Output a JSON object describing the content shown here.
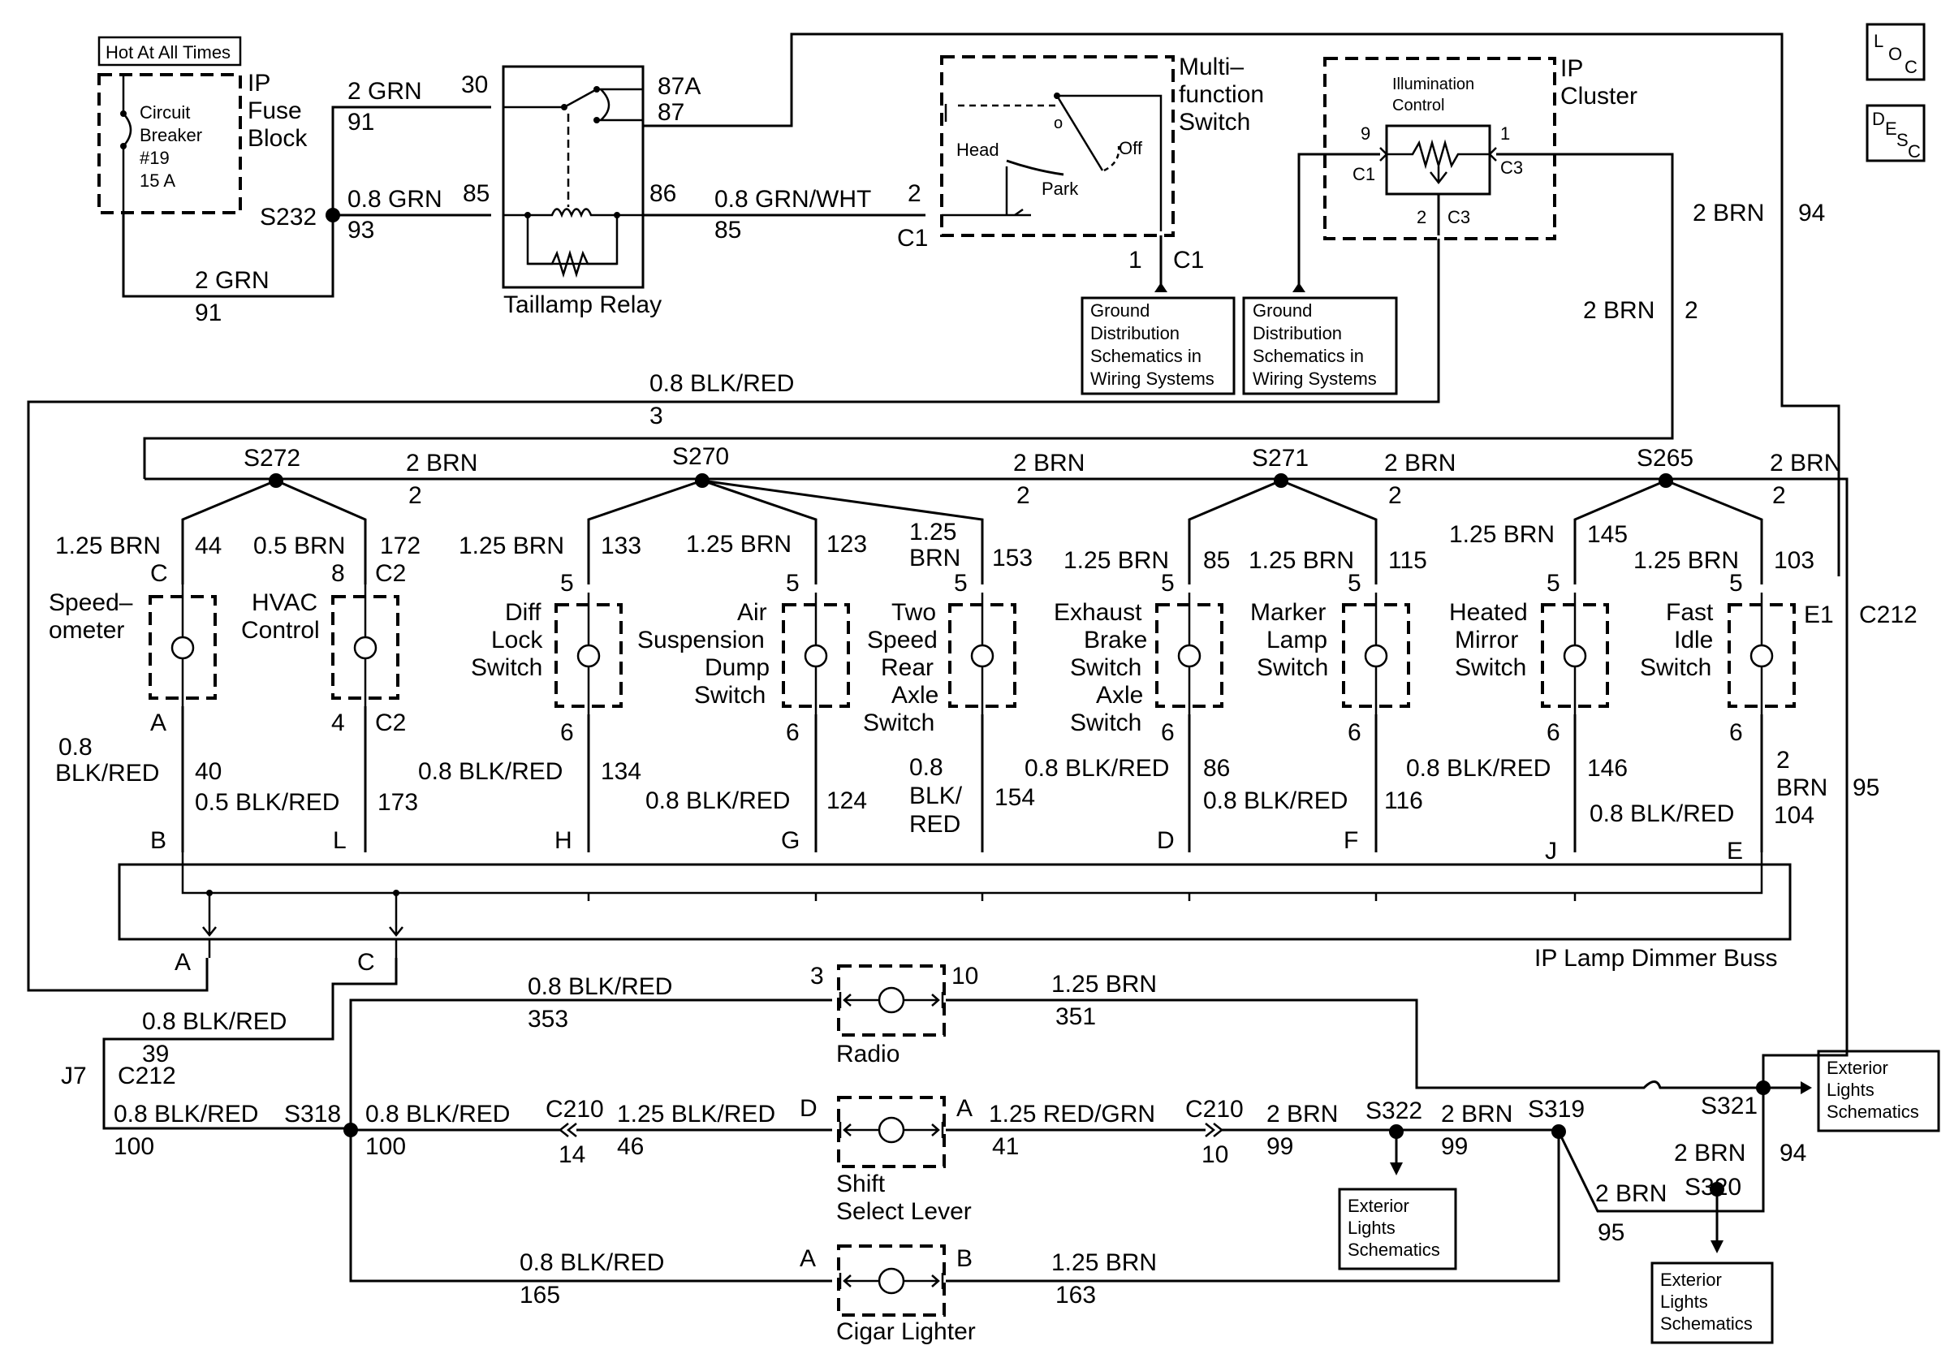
{
  "labels": {
    "hot_at_all_times": "Hot At All Times",
    "ip_fuse_block": [
      "IP",
      "Fuse",
      "Block"
    ],
    "circuit_breaker": [
      "Circuit",
      "Breaker",
      "#19",
      "15 A"
    ],
    "s232": "S232",
    "taillamp_relay": "Taillamp Relay",
    "relay_pins": {
      "p30": "30",
      "p87a": "87A",
      "p87": "87",
      "p85": "85",
      "p86": "86"
    },
    "multifunction_switch": [
      "Multi–",
      "function",
      "Switch"
    ],
    "mfs_positions": {
      "head": "Head",
      "park": "Park",
      "off": "Off",
      "o": "o"
    },
    "ip_cluster": [
      "IP",
      "Cluster"
    ],
    "illumination_control": [
      "Illumination",
      "Control"
    ],
    "ground_distribution": [
      "Ground",
      "Distribution",
      "Schematics in",
      "Wiring Systems"
    ],
    "loc": {
      "l": "L",
      "oc": "O",
      "c": "C"
    },
    "desc": {
      "d": "D",
      "e": "E",
      "s": "S",
      "c": "C"
    },
    "splices": {
      "s272": "S272",
      "s270": "S270",
      "s271": "S271",
      "s265": "S265",
      "s318": "S318",
      "s322": "S322",
      "s319": "S319",
      "s321": "S321",
      "s320": "S320"
    },
    "switches": {
      "speedometer": [
        "Speed–",
        "ometer"
      ],
      "hvac": [
        "HVAC",
        "Control"
      ],
      "diff_lock": [
        "Diff",
        "Lock",
        "Switch"
      ],
      "air_suspension": [
        "Air",
        "Suspension",
        "Dump",
        "Switch"
      ],
      "two_speed": [
        "Two",
        "Speed",
        "Rear",
        "Axle",
        "Switch"
      ],
      "exhaust_brake": [
        "Exhaust",
        "Brake",
        "Switch",
        "Axle",
        "Switch"
      ],
      "marker_lamp": [
        "Marker",
        "Lamp",
        "Switch"
      ],
      "heated_mirror": [
        "Heated",
        "Mirror",
        "Switch"
      ],
      "fast_idle": [
        "Fast",
        "Idle",
        "Switch"
      ]
    },
    "ip_lamp_dimmer_buss": "IP Lamp Dimmer Buss",
    "radio": "Radio",
    "shift_select_lever": [
      "Shift",
      "Select Lever"
    ],
    "cigar_lighter": "Cigar Lighter",
    "exterior_lights": [
      "Exterior",
      "Lights",
      "Schematics"
    ],
    "connectors": {
      "c1": "C1",
      "c2": "C2",
      "c3": "C3",
      "c210": "C210",
      "c212": "C212",
      "j7": "J7",
      "e1": "E1",
      "pin_1": "1",
      "pin_2": "2",
      "pin_3": "3",
      "pin_4": "4",
      "pin_5": "5",
      "pin_6": "6",
      "pin_8": "8",
      "pin_9": "9",
      "pin_10": "10",
      "pin_14": "14",
      "pin_a": "A",
      "pin_b": "B",
      "pin_c": "C",
      "pin_d": "D",
      "pin_e": "E",
      "pin_f": "F",
      "pin_g": "G",
      "pin_h": "H",
      "pin_j": "J",
      "pin_l": "L"
    }
  },
  "wires": {
    "grn_2": "2 GRN",
    "grn_08": "0.8 GRN",
    "grn_wht_08": "0.8 GRN/WHT",
    "blk_red_08": "0.8 BLK/RED",
    "blk_red_05": "0.5 BLK/RED",
    "blk_red_08_split": [
      "0.8",
      "BLK/RED"
    ],
    "blk_red_08_split3": [
      "0.8",
      "BLK/",
      "RED"
    ],
    "brn_2": "2 BRN",
    "brn_2_split": [
      "2",
      "BRN"
    ],
    "brn_125": "1.25 BRN",
    "brn_125_split": [
      "1.25",
      "BRN"
    ],
    "brn_05": "0.5 BRN",
    "blk_red_125": "1.25 BLK/RED",
    "red_grn_125": "1.25 RED/GRN"
  },
  "circuits": {
    "c91": "91",
    "c93": "93",
    "c85": "85",
    "c3": "3",
    "c2": "2",
    "c94": "94",
    "c95": "95",
    "c44": "44",
    "c172": "172",
    "c133": "133",
    "c123": "123",
    "c153": "153",
    "c115": "115",
    "c145": "145",
    "c103": "103",
    "c40": "40",
    "c173": "173",
    "c134": "134",
    "c124": "124",
    "c154": "154",
    "c86": "86",
    "c116": "116",
    "c146": "146",
    "c104": "104",
    "c39": "39",
    "c100": "100",
    "c353": "353",
    "c351": "351",
    "c46": "46",
    "c41": "41",
    "c99": "99",
    "c165": "165",
    "c163": "163"
  }
}
